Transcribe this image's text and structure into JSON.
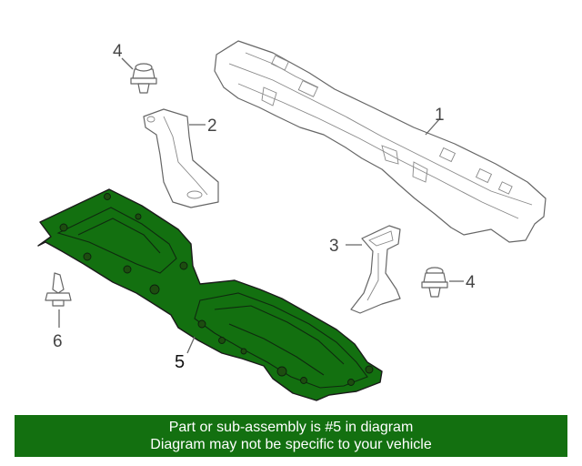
{
  "colors": {
    "highlight_part": "#137010",
    "banner_background": "#137010",
    "banner_text": "#ffffff",
    "line_art": "#666666"
  },
  "callouts": [
    {
      "id": "radiator-support",
      "number": "1"
    },
    {
      "id": "bracket-upper",
      "number": "2"
    },
    {
      "id": "bracket-lower",
      "number": "3"
    },
    {
      "id": "push-clip-top",
      "number": "4"
    },
    {
      "id": "push-clip-right",
      "number": "4"
    },
    {
      "id": "splash-shield",
      "number": "5"
    },
    {
      "id": "retainer",
      "number": "6"
    }
  ],
  "banner": {
    "line1": "Part or sub-assembly is #5 in diagram",
    "line2": "Diagram may not be specific to your vehicle"
  }
}
